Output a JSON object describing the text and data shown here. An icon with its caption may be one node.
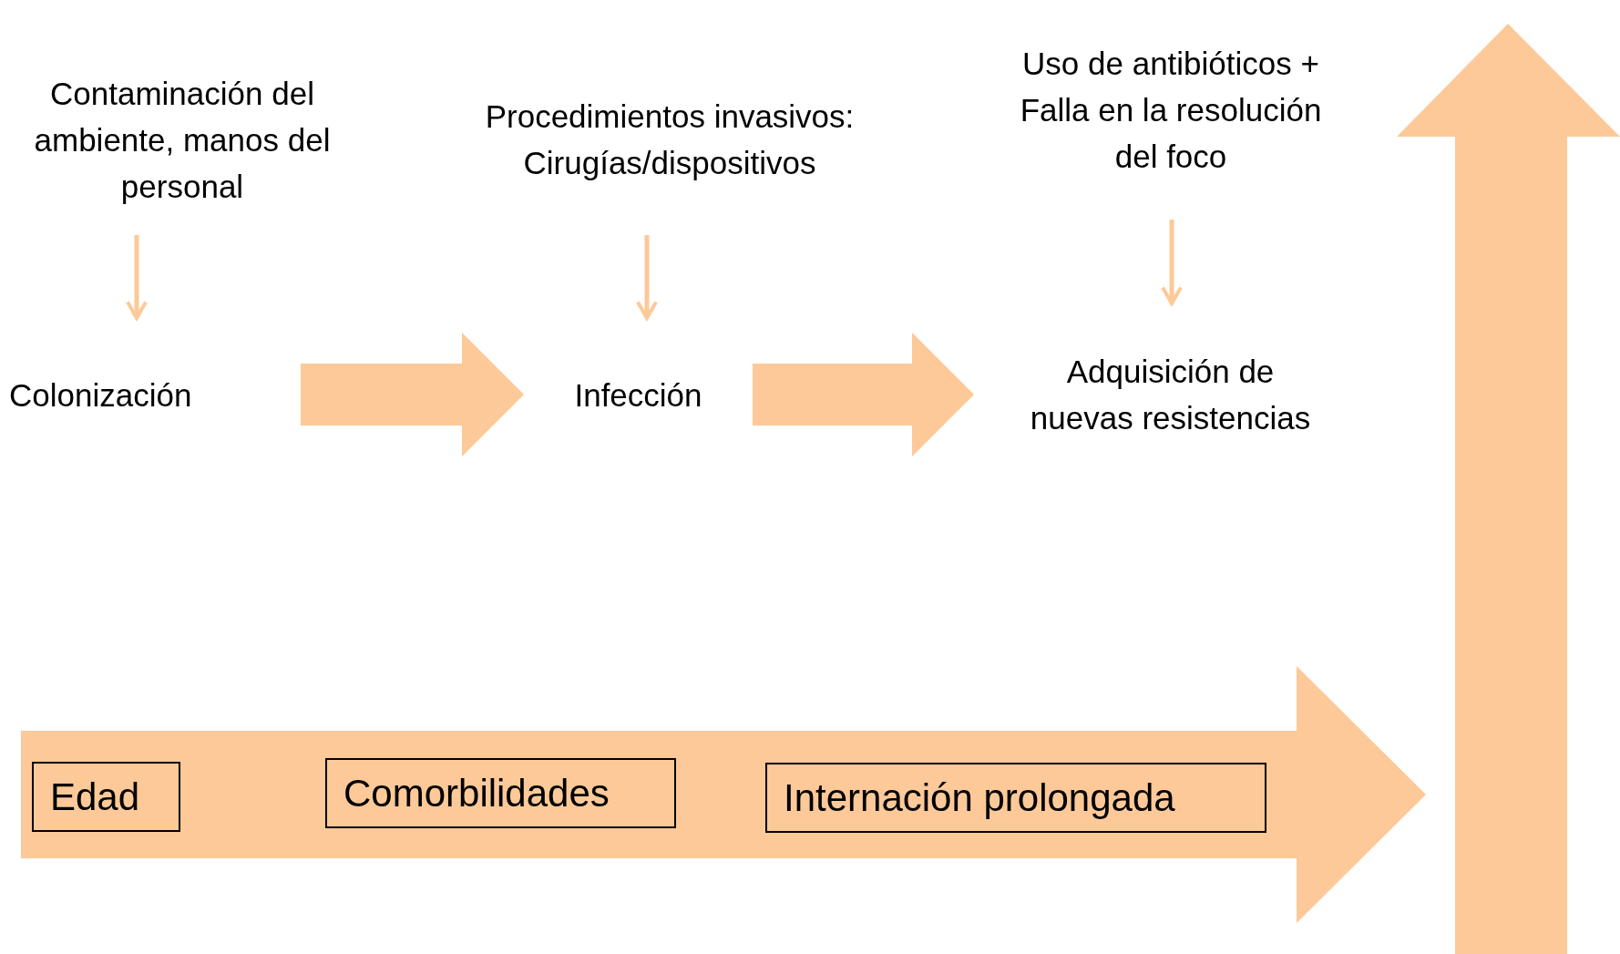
{
  "diagram": {
    "nodes": [
      {
        "text": [
          "Contaminación del ambiente, manos del personal"
        ]
      },
      {
        "text": [
          "Procedimientos invasivos: Cirugías/dispositivos"
        ]
      },
      {
        "text": [
          "Uso de antibióticos + Falla en la resolución del foco"
        ]
      },
      {
        "text": [
          "Colonización"
        ]
      },
      {
        "text": [
          "Infección"
        ]
      },
      {
        "text": [
          "Adquisición de nuevas resistencias"
        ]
      },
      {
        "text": [],
        "shape": "arrow"
      },
      {
        "text": [
          "Edad"
        ],
        "in": 6
      },
      {
        "text": [
          "Comorbilidades"
        ],
        "in": 6
      },
      {
        "text": [
          "Internación prolongada"
        ],
        "in": 6
      }
    ],
    "edges": [
      {
        "from": 0,
        "to": 3,
        "arrow": "to"
      },
      {
        "from": 1,
        "to": 4,
        "arrow": "to"
      },
      {
        "from": 2,
        "to": 5,
        "arrow": "to"
      },
      {
        "from": 3,
        "to": 4,
        "arrow": "to",
        "style": "thick"
      },
      {
        "from": 4,
        "to": 5,
        "arrow": "to",
        "style": "thick"
      }
    ]
  }
}
